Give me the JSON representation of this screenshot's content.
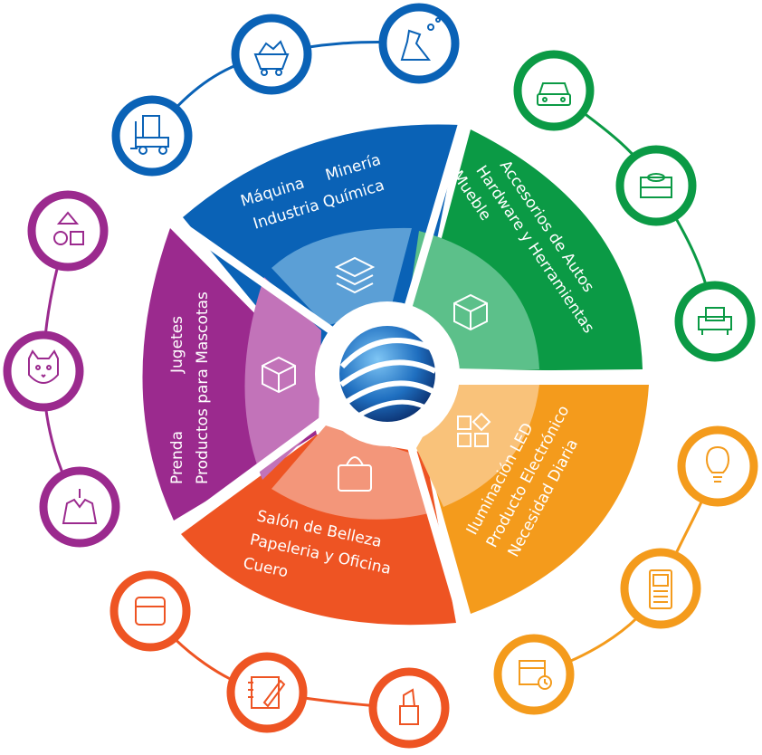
{
  "colors": {
    "blue": "#0a62b6",
    "green": "#0b9a45",
    "orange": "#f49b1c",
    "red": "#ee5423",
    "purple": "#9b2a8e"
  },
  "segments": [
    {
      "id": "blue",
      "lines": [
        [
          "Máquina",
          "Minería"
        ],
        [
          "Industria Química"
        ]
      ],
      "inner_icon": "layers-icon",
      "color": "#0a62b6",
      "inner": "#5b9fd6"
    },
    {
      "id": "green",
      "lines": [
        [
          "Accesorios de Autos"
        ],
        [
          "Hardware y Herramientas"
        ],
        [
          "Mueble"
        ]
      ],
      "inner_icon": "cube-icon",
      "color": "#0b9a45",
      "inner": "#5cc08a"
    },
    {
      "id": "orange",
      "lines": [
        [
          "Iluminación LED"
        ],
        [
          "Producto Electrónico"
        ],
        [
          "Necesidad Diaria"
        ]
      ],
      "inner_icon": "apps-grid-icon",
      "color": "#f49b1c",
      "inner": "#f9c27a"
    },
    {
      "id": "red",
      "lines": [
        [
          "Salón de Belleza"
        ],
        [
          "Papeleria y Oficina"
        ],
        [
          "Cuero"
        ]
      ],
      "inner_icon": "shopping-bag-icon",
      "color": "#ee5423",
      "inner": "#f3967a"
    },
    {
      "id": "purple",
      "lines": [
        [
          "Jugetes"
        ],
        [
          "Productos para Mascotas"
        ],
        [
          "Prenda"
        ]
      ],
      "inner_icon": "box-icon",
      "color": "#9b2a8e",
      "inner": "#c273b9"
    }
  ],
  "outer_icons": [
    {
      "name": "forklift-icon",
      "color": "#0a62b6"
    },
    {
      "name": "mining-cart-icon",
      "color": "#0a62b6"
    },
    {
      "name": "chemistry-flask-icon",
      "color": "#0a62b6"
    },
    {
      "name": "car-icon",
      "color": "#0b9a45"
    },
    {
      "name": "tool-kit-icon",
      "color": "#0b9a45"
    },
    {
      "name": "armchair-icon",
      "color": "#0b9a45"
    },
    {
      "name": "light-bulb-icon",
      "color": "#f49b1c"
    },
    {
      "name": "mobile-phone-icon",
      "color": "#f49b1c"
    },
    {
      "name": "calendar-clock-icon",
      "color": "#f49b1c"
    },
    {
      "name": "lipstick-icon",
      "color": "#ee5423"
    },
    {
      "name": "notebook-pen-icon",
      "color": "#ee5423"
    },
    {
      "name": "leather-wallet-icon",
      "color": "#ee5423"
    },
    {
      "name": "clothing-icon",
      "color": "#9b2a8e"
    },
    {
      "name": "cat-face-icon",
      "color": "#9b2a8e"
    },
    {
      "name": "toy-blocks-icon",
      "color": "#9b2a8e"
    }
  ],
  "center_icon": "globe-logo-icon"
}
